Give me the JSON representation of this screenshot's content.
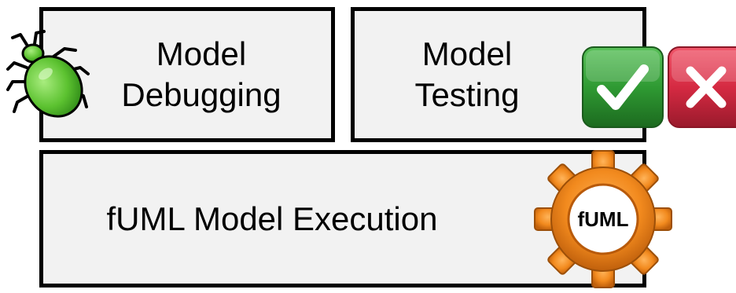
{
  "boxes": {
    "debugging": {
      "line1": "Model",
      "line2": "Debugging"
    },
    "testing": {
      "line1": "Model",
      "line2": "Testing"
    },
    "execution": {
      "label": "fUML Model Execution"
    }
  },
  "icons": {
    "bug": "bug-icon",
    "check": "check-icon",
    "cross": "cross-icon",
    "gear": "gear-icon",
    "gear_label": "fUML"
  },
  "colors": {
    "box_fill": "#f2f2f2",
    "border": "#000000",
    "bug_green": "#6ccf3a",
    "check_green": "#3a9a3a",
    "cross_red": "#d9344a",
    "gear_orange": "#f28a1e"
  }
}
